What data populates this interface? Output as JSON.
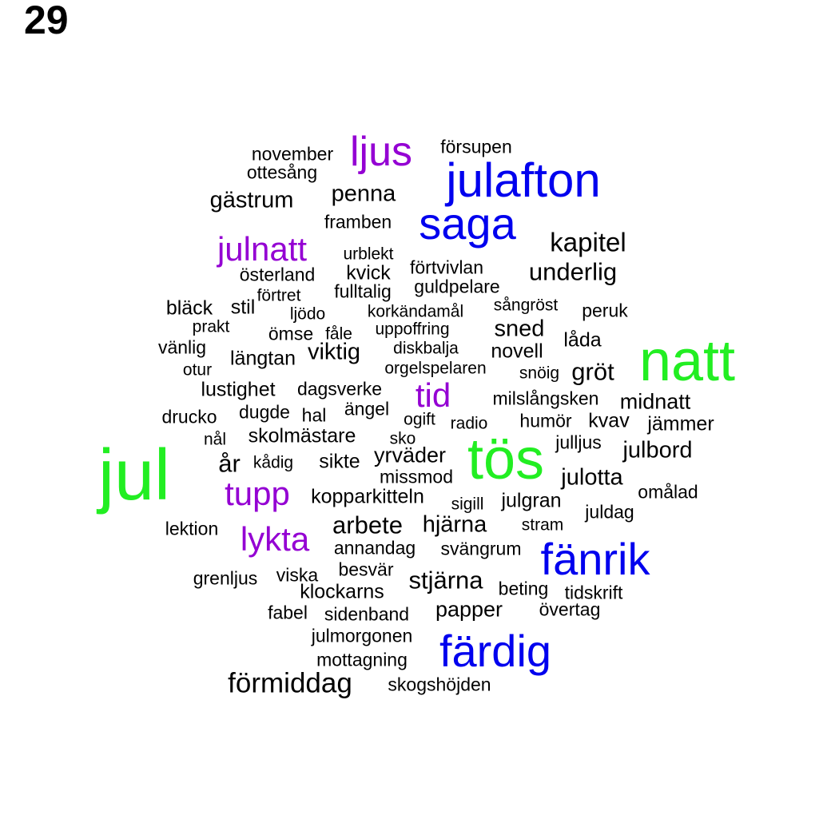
{
  "page_number": "29",
  "palette": {
    "green": "#22ee22",
    "blue": "#0000ee",
    "purple": "#9400d3",
    "black": "#000000"
  },
  "words": [
    {
      "text": "jul",
      "color": "green"
    },
    {
      "text": "natt",
      "color": "green"
    },
    {
      "text": "tös",
      "color": "green"
    },
    {
      "text": "julafton",
      "color": "blue"
    },
    {
      "text": "saga",
      "color": "blue"
    },
    {
      "text": "fänrik",
      "color": "blue"
    },
    {
      "text": "färdig",
      "color": "blue"
    },
    {
      "text": "ljus",
      "color": "purple"
    },
    {
      "text": "julnatt",
      "color": "purple"
    },
    {
      "text": "tid",
      "color": "purple"
    },
    {
      "text": "tupp",
      "color": "purple"
    },
    {
      "text": "lykta",
      "color": "purple"
    },
    {
      "text": "november",
      "color": "black"
    },
    {
      "text": "försupen",
      "color": "black"
    },
    {
      "text": "ottesång",
      "color": "black"
    },
    {
      "text": "gästrum",
      "color": "black"
    },
    {
      "text": "penna",
      "color": "black"
    },
    {
      "text": "framben",
      "color": "black"
    },
    {
      "text": "kapitel",
      "color": "black"
    },
    {
      "text": "urblekt",
      "color": "black"
    },
    {
      "text": "förtvivlan",
      "color": "black"
    },
    {
      "text": "underlig",
      "color": "black"
    },
    {
      "text": "österland",
      "color": "black"
    },
    {
      "text": "kvick",
      "color": "black"
    },
    {
      "text": "guldpelare",
      "color": "black"
    },
    {
      "text": "förtret",
      "color": "black"
    },
    {
      "text": "fulltalig",
      "color": "black"
    },
    {
      "text": "bläck",
      "color": "black"
    },
    {
      "text": "stil",
      "color": "black"
    },
    {
      "text": "ljödo",
      "color": "black"
    },
    {
      "text": "korkändamål",
      "color": "black"
    },
    {
      "text": "sångröst",
      "color": "black"
    },
    {
      "text": "peruk",
      "color": "black"
    },
    {
      "text": "prakt",
      "color": "black"
    },
    {
      "text": "ömse",
      "color": "black"
    },
    {
      "text": "fåle",
      "color": "black"
    },
    {
      "text": "uppoffring",
      "color": "black"
    },
    {
      "text": "sned",
      "color": "black"
    },
    {
      "text": "låda",
      "color": "black"
    },
    {
      "text": "vänlig",
      "color": "black"
    },
    {
      "text": "längtan",
      "color": "black"
    },
    {
      "text": "viktig",
      "color": "black"
    },
    {
      "text": "diskbalja",
      "color": "black"
    },
    {
      "text": "novell",
      "color": "black"
    },
    {
      "text": "otur",
      "color": "black"
    },
    {
      "text": "orgelspelaren",
      "color": "black"
    },
    {
      "text": "snöig",
      "color": "black"
    },
    {
      "text": "gröt",
      "color": "black"
    },
    {
      "text": "lustighet",
      "color": "black"
    },
    {
      "text": "dagsverke",
      "color": "black"
    },
    {
      "text": "milslångsken",
      "color": "black"
    },
    {
      "text": "midnatt",
      "color": "black"
    },
    {
      "text": "drucko",
      "color": "black"
    },
    {
      "text": "dugde",
      "color": "black"
    },
    {
      "text": "hal",
      "color": "black"
    },
    {
      "text": "ängel",
      "color": "black"
    },
    {
      "text": "ogift",
      "color": "black"
    },
    {
      "text": "radio",
      "color": "black"
    },
    {
      "text": "humör",
      "color": "black"
    },
    {
      "text": "kvav",
      "color": "black"
    },
    {
      "text": "jämmer",
      "color": "black"
    },
    {
      "text": "nål",
      "color": "black"
    },
    {
      "text": "skolmästare",
      "color": "black"
    },
    {
      "text": "sko",
      "color": "black"
    },
    {
      "text": "julljus",
      "color": "black"
    },
    {
      "text": "julbord",
      "color": "black"
    },
    {
      "text": "år",
      "color": "black"
    },
    {
      "text": "kådig",
      "color": "black"
    },
    {
      "text": "sikte",
      "color": "black"
    },
    {
      "text": "yrväder",
      "color": "black"
    },
    {
      "text": "missmod",
      "color": "black"
    },
    {
      "text": "julotta",
      "color": "black"
    },
    {
      "text": "omålad",
      "color": "black"
    },
    {
      "text": "kopparkitteln",
      "color": "black"
    },
    {
      "text": "sigill",
      "color": "black"
    },
    {
      "text": "julgran",
      "color": "black"
    },
    {
      "text": "juldag",
      "color": "black"
    },
    {
      "text": "lektion",
      "color": "black"
    },
    {
      "text": "arbete",
      "color": "black"
    },
    {
      "text": "hjärna",
      "color": "black"
    },
    {
      "text": "stram",
      "color": "black"
    },
    {
      "text": "annandag",
      "color": "black"
    },
    {
      "text": "svängrum",
      "color": "black"
    },
    {
      "text": "grenljus",
      "color": "black"
    },
    {
      "text": "viska",
      "color": "black"
    },
    {
      "text": "besvär",
      "color": "black"
    },
    {
      "text": "stjärna",
      "color": "black"
    },
    {
      "text": "klockarns",
      "color": "black"
    },
    {
      "text": "beting",
      "color": "black"
    },
    {
      "text": "tidskrift",
      "color": "black"
    },
    {
      "text": "fabel",
      "color": "black"
    },
    {
      "text": "sidenband",
      "color": "black"
    },
    {
      "text": "papper",
      "color": "black"
    },
    {
      "text": "övertag",
      "color": "black"
    },
    {
      "text": "julmorgonen",
      "color": "black"
    },
    {
      "text": "mottagning",
      "color": "black"
    },
    {
      "text": "förmiddag",
      "color": "black"
    },
    {
      "text": "skogshöjden",
      "color": "black"
    }
  ]
}
